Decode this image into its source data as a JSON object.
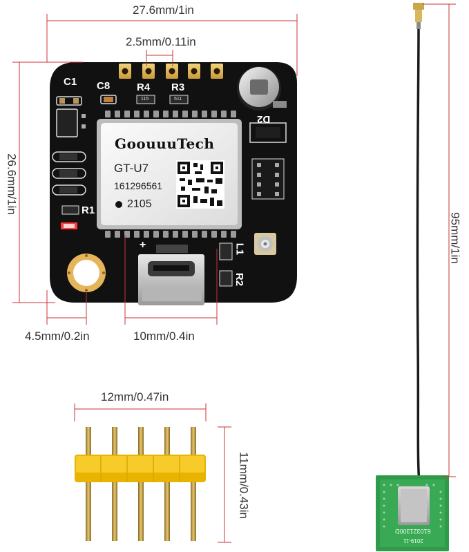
{
  "dimensions": {
    "module_width": "27.6mm/1in",
    "pin_pitch": "2.5mm/0.11in",
    "module_height": "26.6mm/1in",
    "antenna_length": "95mm/1in",
    "hole_offset": "4.5mm/0.2in",
    "usb_width": "10mm/0.4in",
    "header_width": "12mm/0.47in",
    "header_height": "11mm/0.43in"
  },
  "module": {
    "brand": "GoouuuTech",
    "model": "GT-U7",
    "serial": "161296561",
    "date_code": "2105"
  },
  "board_labels": {
    "c1": "C1",
    "c8": "C8",
    "r4": "R4",
    "r3": "R3",
    "r1": "R1",
    "d2": "D2",
    "l1": "L1",
    "r2": "R2",
    "plus": "+",
    "s_r4": "115",
    "s_r3": "511"
  },
  "antenna_pcb": {
    "code": "610321300D",
    "date": "2019-11"
  },
  "colors": {
    "dimension_line": "#cc3333",
    "pcb": "#111111",
    "shield": "#f2f2f2",
    "header_plastic": "#f5c518",
    "pin_gold": "#c9a64a",
    "antenna_pcb": "#2f9a4a"
  }
}
